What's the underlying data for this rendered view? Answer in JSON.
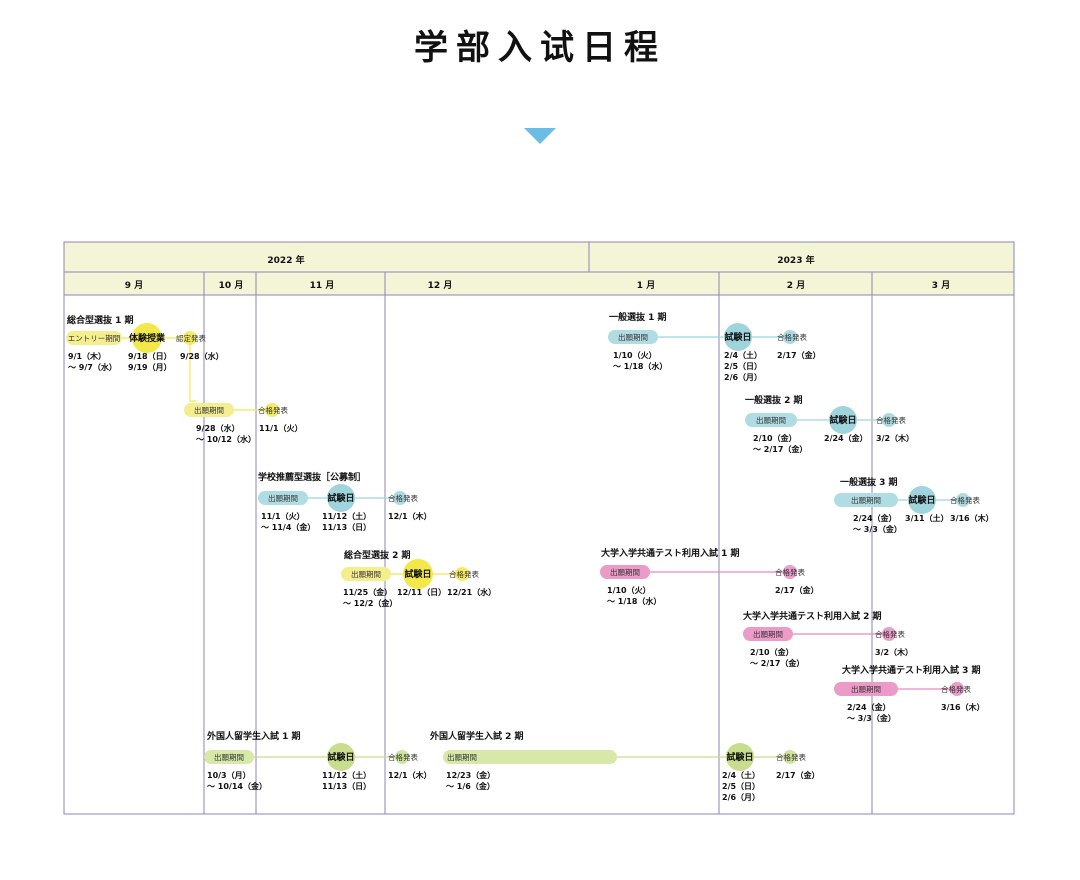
{
  "page_title": "学部入试日程",
  "colors": {
    "yellow_pill": "#f5ee8e",
    "yellow_circle": "#f2e84a",
    "blue_pill": "#b0dde4",
    "blue_circle": "#9fd4dc",
    "pink_pill": "#ec9bc8",
    "pink_circle": "#e58cbf",
    "green_pill": "#d7e8a8",
    "green_circle": "#c8de8e",
    "header_bg": "#f4f4d7",
    "grid": "#8c86b7"
  },
  "calendar": {
    "years": [
      "2022 年",
      "2023 年"
    ],
    "months": [
      "9 月",
      "10 月",
      "11 月",
      "12 月",
      "1 月",
      "2 月",
      "3 月"
    ]
  },
  "tracks": [
    {
      "name": "総合型選抜 1 期",
      "color": "yellow",
      "nodes": [
        {
          "label": "エントリー期間",
          "dates": [
            "9/1（木）",
            "～ 9/7（水）"
          ]
        },
        {
          "label": "体験授業",
          "dates": [
            "9/18（日）",
            "9/19（月）"
          ]
        },
        {
          "label": "認定発表",
          "dates": [
            "9/28（水）"
          ]
        }
      ]
    },
    {
      "name": "",
      "color": "yellow",
      "nodes": [
        {
          "label": "出願期間",
          "dates": [
            "9/28（水）",
            "～ 10/12（水）"
          ]
        },
        {
          "label": "合格発表",
          "dates": [
            "11/1（火）"
          ]
        }
      ]
    },
    {
      "name": "学校推薦型選抜［公募制］",
      "color": "blue",
      "nodes": [
        {
          "label": "出願期間",
          "dates": [
            "11/1（火）",
            "～ 11/4（金）"
          ]
        },
        {
          "label": "試験日",
          "dates": [
            "11/12（土）",
            "11/13（日）"
          ]
        },
        {
          "label": "合格発表",
          "dates": [
            "12/1（木）"
          ]
        }
      ]
    },
    {
      "name": "総合型選抜 2 期",
      "color": "yellow",
      "nodes": [
        {
          "label": "出願期間",
          "dates": [
            "11/25（金）",
            "～ 12/2（金）"
          ]
        },
        {
          "label": "試験日",
          "dates": [
            "12/11（日）"
          ]
        },
        {
          "label": "合格発表",
          "dates": [
            "12/21（水）"
          ]
        }
      ]
    },
    {
      "name": "外国人留学生入試 1 期",
      "color": "green",
      "nodes": [
        {
          "label": "出願期間",
          "dates": [
            "10/3（月）",
            "～ 10/14（金）"
          ]
        },
        {
          "label": "試験日",
          "dates": [
            "11/12（土）",
            "11/13（日）"
          ]
        },
        {
          "label": "合格発表",
          "dates": [
            "12/1（木）"
          ]
        }
      ]
    },
    {
      "name": "外国人留学生入試 2 期",
      "color": "green",
      "nodes": [
        {
          "label": "出願期間",
          "dates": [
            "12/23（金）",
            "～ 1/6（金）"
          ]
        },
        {
          "label": "試験日",
          "dates": [
            "2/4（土）",
            "2/5（日）",
            "2/6（月）"
          ]
        },
        {
          "label": "合格発表",
          "dates": [
            "2/17（金）"
          ]
        }
      ]
    },
    {
      "name": "一般選抜 1 期",
      "color": "blue",
      "nodes": [
        {
          "label": "出願期間",
          "dates": [
            "1/10（火）",
            "～ 1/18（水）"
          ]
        },
        {
          "label": "試験日",
          "dates": [
            "2/4（土）",
            "2/5（日）",
            "2/6（月）"
          ]
        },
        {
          "label": "合格発表",
          "dates": [
            "2/17（金）"
          ]
        }
      ]
    },
    {
      "name": "一般選抜 2 期",
      "color": "blue",
      "nodes": [
        {
          "label": "出願期間",
          "dates": [
            "2/10（金）",
            "～ 2/17（金）"
          ]
        },
        {
          "label": "試験日",
          "dates": [
            "2/24（金）"
          ]
        },
        {
          "label": "合格発表",
          "dates": [
            "3/2（木）"
          ]
        }
      ]
    },
    {
      "name": "一般選抜 3 期",
      "color": "blue",
      "nodes": [
        {
          "label": "出願期間",
          "dates": [
            "2/24（金）",
            "～ 3/3（金）"
          ]
        },
        {
          "label": "試験日",
          "dates": [
            "3/11（土）"
          ]
        },
        {
          "label": "合格発表",
          "dates": [
            "3/16（木）"
          ]
        }
      ]
    },
    {
      "name": "大学入学共通テスト利用入試 1 期",
      "color": "pink",
      "nodes": [
        {
          "label": "出願期間",
          "dates": [
            "1/10（火）",
            "～ 1/18（水）"
          ]
        },
        {
          "label": "合格発表",
          "dates": [
            "2/17（金）"
          ]
        }
      ]
    },
    {
      "name": "大学入学共通テスト利用入試 2 期",
      "color": "pink",
      "nodes": [
        {
          "label": "出願期間",
          "dates": [
            "2/10（金）",
            "～ 2/17（金）"
          ]
        },
        {
          "label": "合格発表",
          "dates": [
            "3/2（木）"
          ]
        }
      ]
    },
    {
      "name": "大学入学共通テスト利用入試 3 期",
      "color": "pink",
      "nodes": [
        {
          "label": "出願期間",
          "dates": [
            "2/24（金）",
            "～ 3/3（金）"
          ]
        },
        {
          "label": "合格発表",
          "dates": [
            "3/16（木）"
          ]
        }
      ]
    }
  ]
}
